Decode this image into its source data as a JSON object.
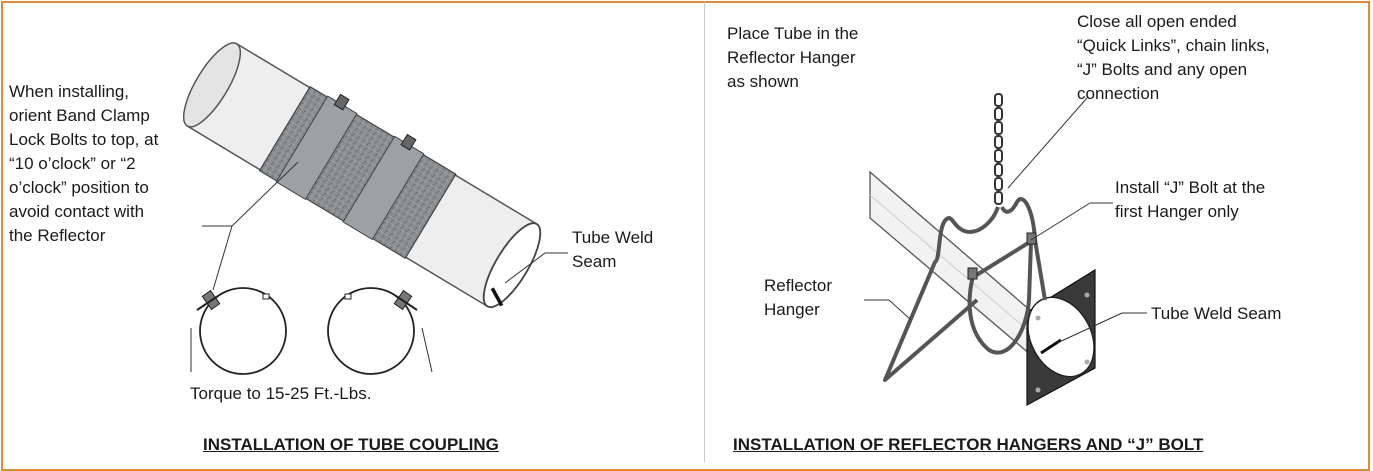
{
  "left_panel": {
    "band_clamp_note": "When installing,\norient Band Clamp\nLock Bolts to top, at\n“10 o’clock” or “2\no’clock” position to\navoid contact with\nthe Reflector",
    "weld_seam_label": "Tube Weld\nSeam",
    "torque_label": "Torque to 15-25 Ft.-Lbs.",
    "caption": "INSTALLATION OF TUBE COUPLING"
  },
  "right_panel": {
    "place_tube_note": "Place Tube in the\nReflector Hanger\nas shown",
    "close_links_note": "Close all open ended\n“Quick Links”, chain links,\n“J” Bolts and any open\nconnection",
    "j_bolt_note": "Install “J” Bolt at the\nfirst Hanger only",
    "reflector_hanger_label": "Reflector\nHanger",
    "weld_seam_label": "Tube Weld Seam",
    "caption": "INSTALLATION OF REFLECTOR HANGERS AND “J” BOLT"
  },
  "colors": {
    "border": "#e08a3c",
    "tube_fill": "#eeeeee",
    "coupling_fill": "#8a8d90",
    "plate_fill": "#3a3a3a"
  }
}
